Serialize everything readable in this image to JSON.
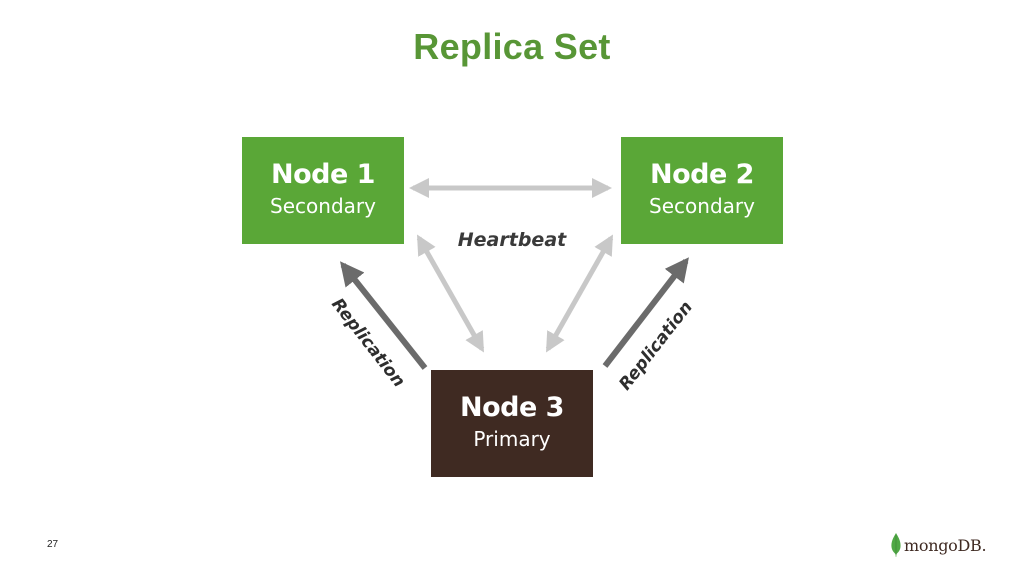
{
  "slide": {
    "title": "Replica Set",
    "page_number": "27"
  },
  "nodes": [
    {
      "name": "Node 1",
      "role": "Secondary"
    },
    {
      "name": "Node 2",
      "role": "Secondary"
    },
    {
      "name": "Node 3",
      "role": "Primary"
    }
  ],
  "edges": {
    "heartbeat_label": "Heartbeat",
    "replication_left_label": "Replication",
    "replication_right_label": "Replication"
  },
  "logo": {
    "text": "mongoDB."
  },
  "colors": {
    "title": "#589636",
    "secondary_node": "#5aa737",
    "primary_node": "#3f2a22",
    "heartbeat_arrow": "#c8c8c8",
    "replication_arrow": "#6b6b6b"
  },
  "icons": {
    "logo_leaf": "mongodb-leaf-icon"
  }
}
